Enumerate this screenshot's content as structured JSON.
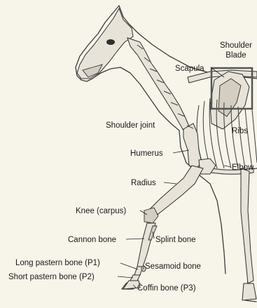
{
  "labels": {
    "shoulder_blade_line1": "Shoulder",
    "shoulder_blade_line2": "Blade",
    "scapula": "Scapula",
    "shoulder_joint": "Shoulder joint",
    "ribs": "Ribs",
    "humerus": "Humerus",
    "elbow": "Elbow",
    "radius": "Radius",
    "knee": "Knee (carpus)",
    "cannon_bone": "Cannon bone",
    "splint_bone": "Splint bone",
    "long_pastern": "Long pastern bone (P1)",
    "short_pastern": "Short pastern bone (P2)",
    "sesamoid_bone": "Sesamoid bone",
    "coffin_bone": "Coffin bone (P3)"
  }
}
